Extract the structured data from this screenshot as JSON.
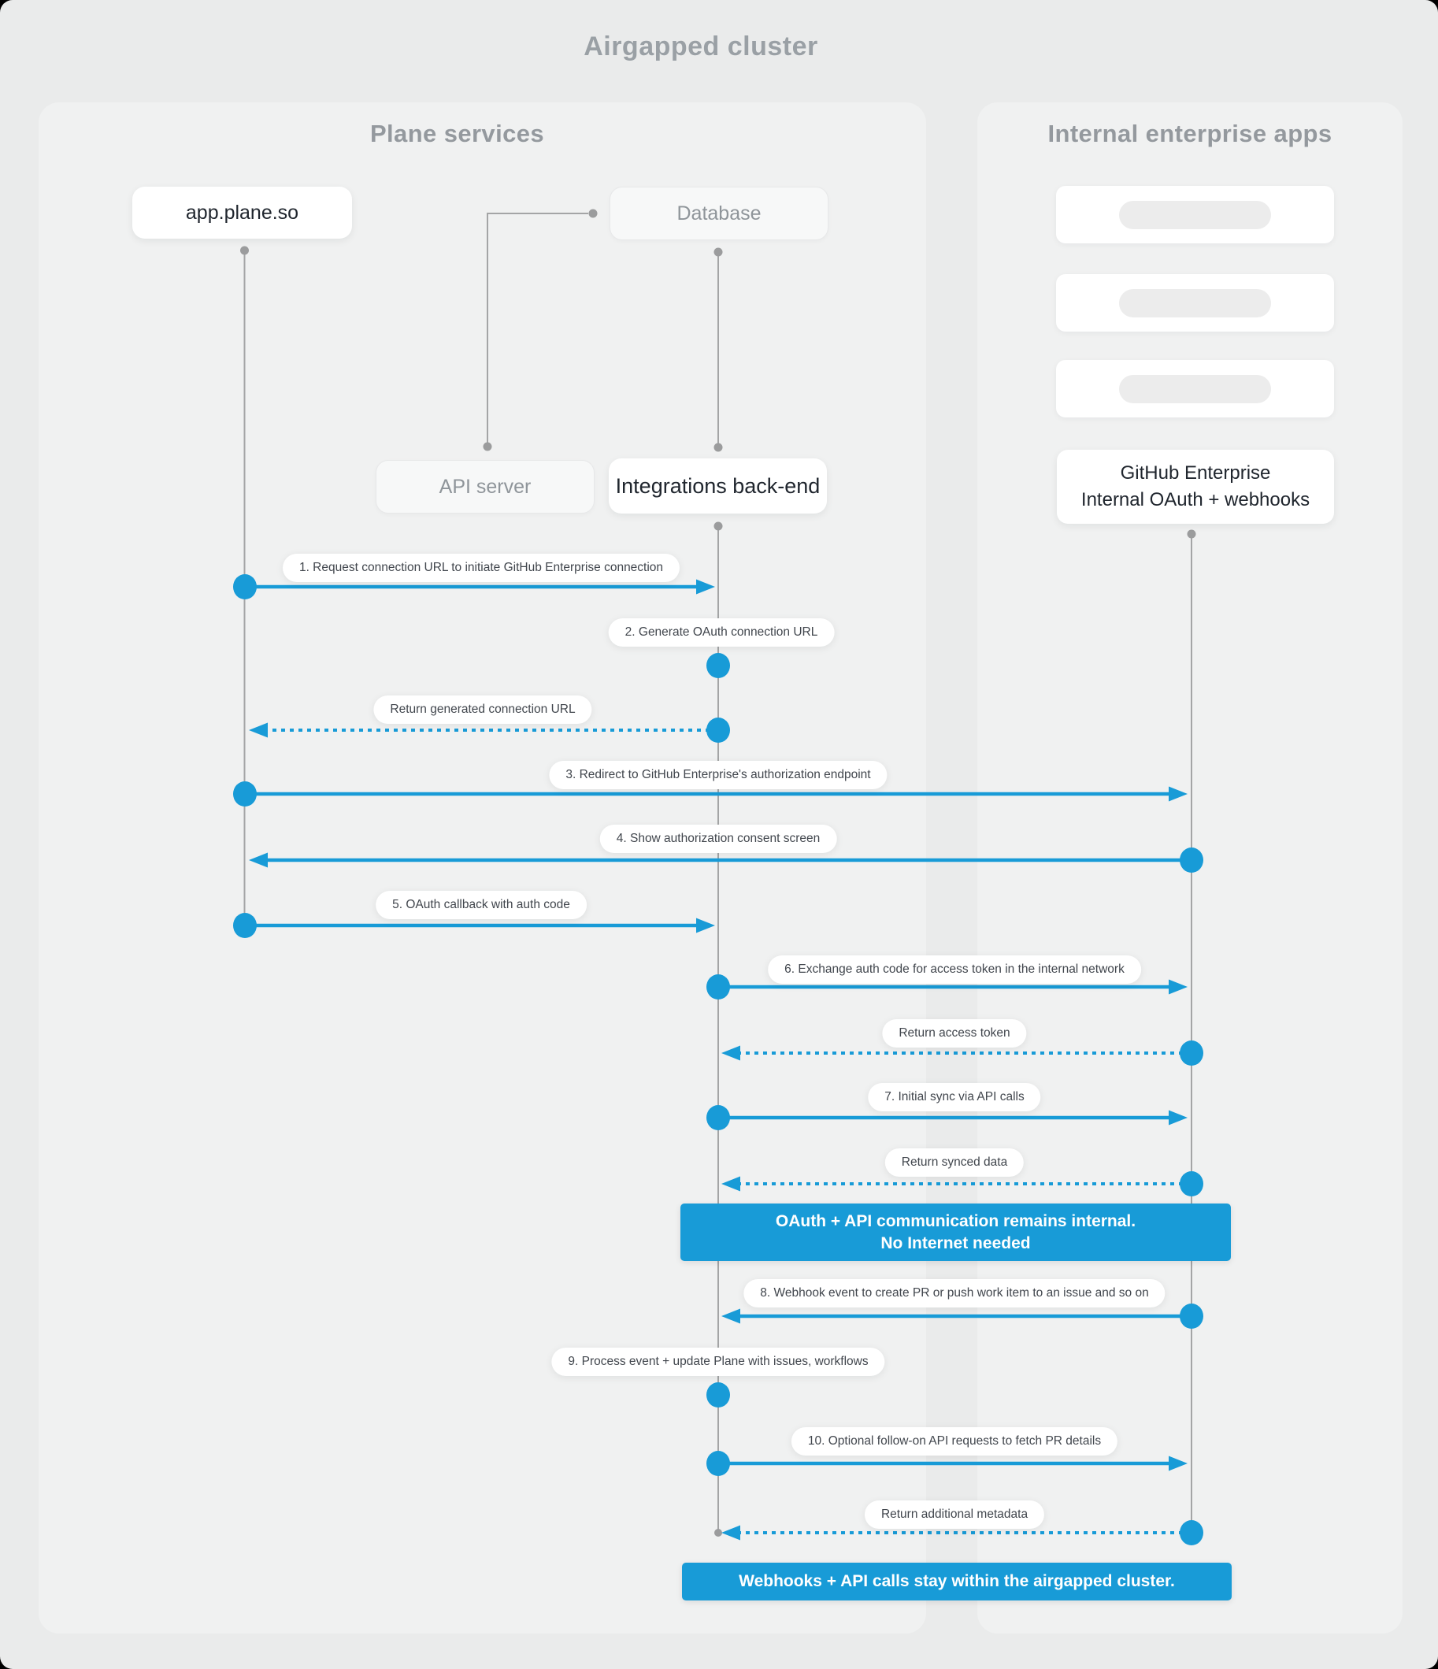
{
  "title": "Airgapped cluster",
  "panels": {
    "left": {
      "title": "Plane services"
    },
    "right": {
      "title": "Internal enterprise apps"
    }
  },
  "nodes": {
    "app": "app.plane.so",
    "database": "Database",
    "api_server": "API server",
    "integrations": "Integrations back-end",
    "github_line1": "GitHub Enterprise",
    "github_line2": "Internal OAuth + webhooks"
  },
  "messages": [
    {
      "label": "1. Request connection URL to initiate GitHub Enterprise connection"
    },
    {
      "label": "2. Generate OAuth connection URL"
    },
    {
      "label": "Return generated connection URL"
    },
    {
      "label": "3. Redirect to GitHub Enterprise's authorization endpoint"
    },
    {
      "label": "4. Show authorization consent screen"
    },
    {
      "label": "5. OAuth callback with auth code"
    },
    {
      "label": "6. Exchange auth code for access token in the internal network"
    },
    {
      "label": "Return access token"
    },
    {
      "label": "7. Initial sync via API calls"
    },
    {
      "label": "Return synced data"
    },
    {
      "label": "8. Webhook event to create PR  or push work item to an issue  and so on"
    },
    {
      "label": "9. Process event + update Plane with issues, workflows"
    },
    {
      "label": "10. Optional follow-on API requests to fetch PR details"
    },
    {
      "label": "Return additional metadata"
    }
  ],
  "banners": {
    "internal_line1": "OAuth + API communication remains internal.",
    "internal_line2": "No Internet needed",
    "airgapped": "Webhooks + API calls stay within the airgapped cluster."
  },
  "colors": {
    "accent_blue": "#189bd7",
    "page_background": "#eaebeb",
    "panel_background": "#f0f1f1",
    "lifeline_gray": "#a4a5a6",
    "muted_text": "#8f959a"
  }
}
